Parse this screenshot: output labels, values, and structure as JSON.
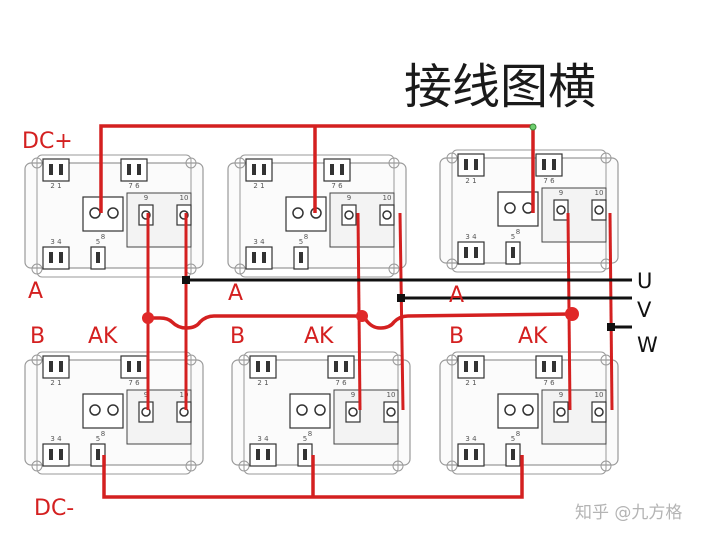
{
  "title": "接线图横",
  "watermark": "知乎 @九方格",
  "labels": {
    "dc_plus": "DC+",
    "dc_minus": "DC-",
    "row_a": "A",
    "row_b": "B",
    "ak": "AK",
    "phase_u": "U",
    "phase_v": "V",
    "phase_w": "W"
  },
  "module_pins": {
    "top_left": "2  1",
    "top_right": "7  6",
    "bottom_left": "3  4",
    "bottom_mid": "5",
    "pin_a": "8",
    "pin_b": "9",
    "pin_c": "10"
  },
  "colors": {
    "dc_wire": "#d42020",
    "phase_wire": "#111111",
    "module_outline": "#9a9a9a",
    "title_text": "#1a1a1a",
    "label_red": "#d42020",
    "junction": "#e02828"
  }
}
